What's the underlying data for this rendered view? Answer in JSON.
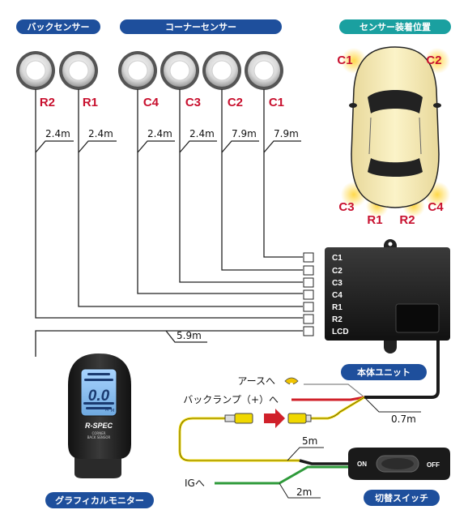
{
  "headers": {
    "back_sensor": "バックセンサー",
    "corner_sensor": "コーナーセンサー",
    "sensor_position": "センサー装着位置",
    "main_unit": "本体ユニット",
    "graphical_monitor": "グラフィカルモニター",
    "switch": "切替スイッチ"
  },
  "sensors": [
    "R2",
    "R1",
    "C4",
    "C3",
    "C2",
    "C1"
  ],
  "cable_lengths": [
    "2.4m",
    "2.4m",
    "2.4m",
    "2.4m",
    "7.9m",
    "7.9m"
  ],
  "car_positions": {
    "front_left": "C1",
    "front_right": "C2",
    "rear_left": "C3",
    "rear_right": "C4",
    "rear_center_left": "R1",
    "rear_center_right": "R2"
  },
  "unit_ports": [
    "C1",
    "C2",
    "C3",
    "C4",
    "R1",
    "R2",
    "LCD"
  ],
  "monitor": {
    "reading": "0.0",
    "unit": "M",
    "brand": "R-SPEC",
    "model_line1": "CORNER",
    "model_line2": "BACK SENSOR"
  },
  "wiring": {
    "monitor_cable": "5.9m",
    "ground": "アースへ",
    "back_lamp": "バックランプ（+）へ",
    "unit_cable": "0.7m",
    "switch_cable": "5m",
    "ig": "IGへ",
    "ig_cable": "2m"
  },
  "switch": {
    "on_label": "ON",
    "off_label": "OFF"
  },
  "colors": {
    "header_blue": "#1e4f9c",
    "header_teal": "#1aa0a0",
    "label_red": "#c8102e",
    "wire_red": "#d0202a",
    "wire_yellow": "#f0d800",
    "wire_green": "#2e9a3a",
    "unit_black": "#1a1a1a"
  }
}
